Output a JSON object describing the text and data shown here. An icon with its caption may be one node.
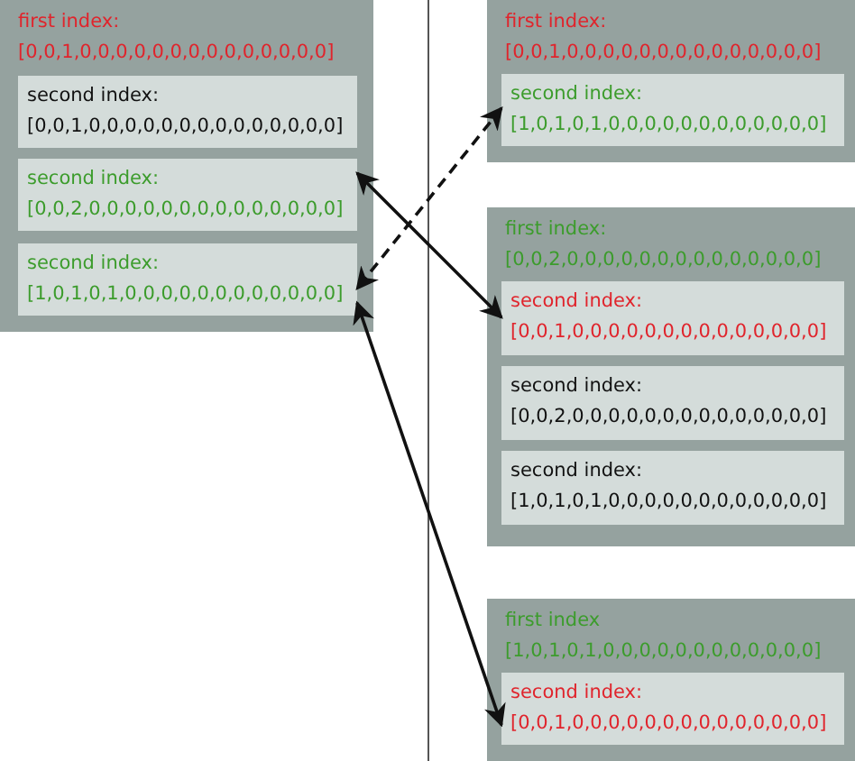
{
  "diagram": {
    "nodes": [
      {
        "text": [
          "first index:",
          "[0,0,1,0,0,0,0,0,0,0,0,0,0,0,0,0,0]"
        ]
      },
      {
        "text": [
          "second index:",
          "[0,0,1,0,0,0,0,0,0,0,0,0,0,0,0,0,0]"
        ],
        "in": 0
      },
      {
        "text": [
          "second index:",
          "[0,0,2,0,0,0,0,0,0,0,0,0,0,0,0,0,0]"
        ],
        "in": 0
      },
      {
        "text": [
          "second index:",
          "[1,0,1,0,1,0,0,0,0,0,0,0,0,0,0,0,0]"
        ],
        "in": 0
      },
      {
        "text": [
          "first index:",
          "[0,0,1,0,0,0,0,0,0,0,0,0,0,0,0,0,0]"
        ]
      },
      {
        "text": [
          "second index:",
          "[1,0,1,0,1,0,0,0,0,0,0,0,0,0,0,0,0]"
        ],
        "in": 4
      },
      {
        "text": [
          "first index:",
          "[0,0,2,0,0,0,0,0,0,0,0,0,0,0,0,0,0]"
        ]
      },
      {
        "text": [
          "second index:",
          "[0,0,1,0,0,0,0,0,0,0,0,0,0,0,0,0,0]"
        ],
        "in": 6
      },
      {
        "text": [
          "second index:",
          "[0,0,2,0,0,0,0,0,0,0,0,0,0,0,0,0,0]"
        ],
        "in": 6
      },
      {
        "text": [
          "second index:",
          "[1,0,1,0,1,0,0,0,0,0,0,0,0,0,0,0,0]"
        ],
        "in": 6
      },
      {
        "text": [
          "first index",
          "[1,0,1,0,1,0,0,0,0,0,0,0,0,0,0,0,0]"
        ]
      },
      {
        "text": [
          "second index:",
          "[0,0,1,0,0,0,0,0,0,0,0,0,0,0,0,0,0]"
        ],
        "in": 10
      }
    ],
    "edges": [
      {
        "from": 5,
        "to": 3,
        "arrow": "both",
        "style": "dashed"
      },
      {
        "from": 2,
        "to": 7,
        "arrow": "both"
      },
      {
        "from": 3,
        "to": 11,
        "arrow": "both"
      }
    ]
  }
}
